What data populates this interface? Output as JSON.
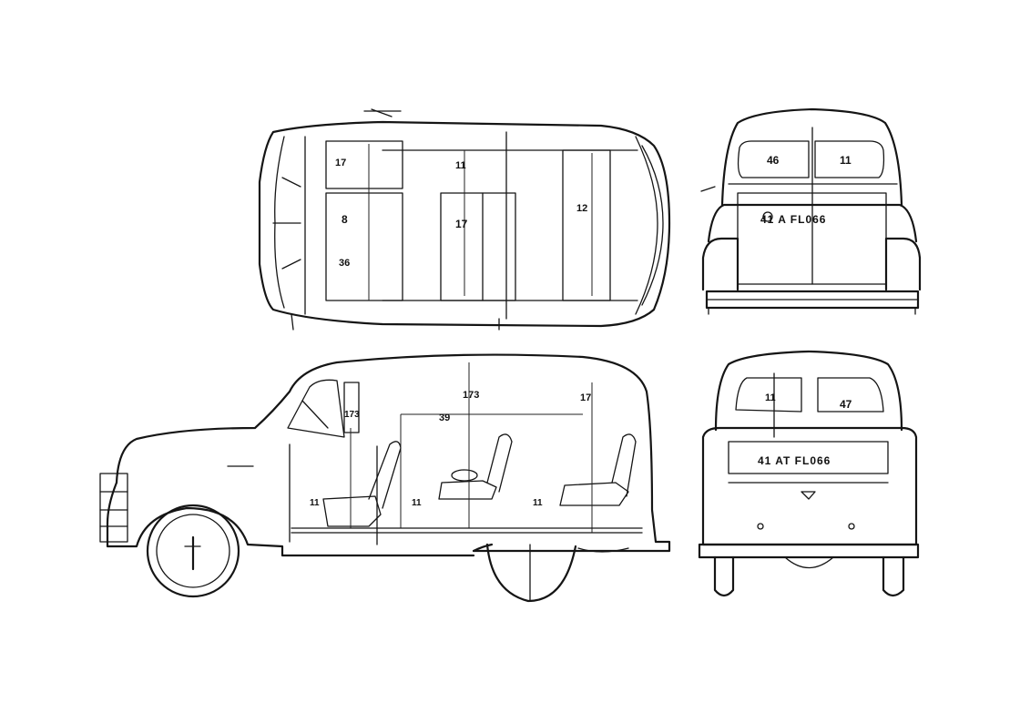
{
  "views": {
    "top": {
      "labels": {
        "a": "17",
        "b": "11",
        "c": "8",
        "d": "17",
        "e": "36",
        "f": "12"
      }
    },
    "front": {
      "labels": {
        "left_window": "46",
        "right_window": "11"
      },
      "plate": "41 A FL066"
    },
    "side": {
      "labels": {
        "roof": "173",
        "rear_roof": "17",
        "mid": "39",
        "front_pillar": "173",
        "seat_1": "11",
        "seat_2": "11",
        "seat_3": "11"
      }
    },
    "rear": {
      "labels": {
        "window_left": "11",
        "window_right": "47"
      },
      "plate": "41 AT FL066"
    }
  }
}
